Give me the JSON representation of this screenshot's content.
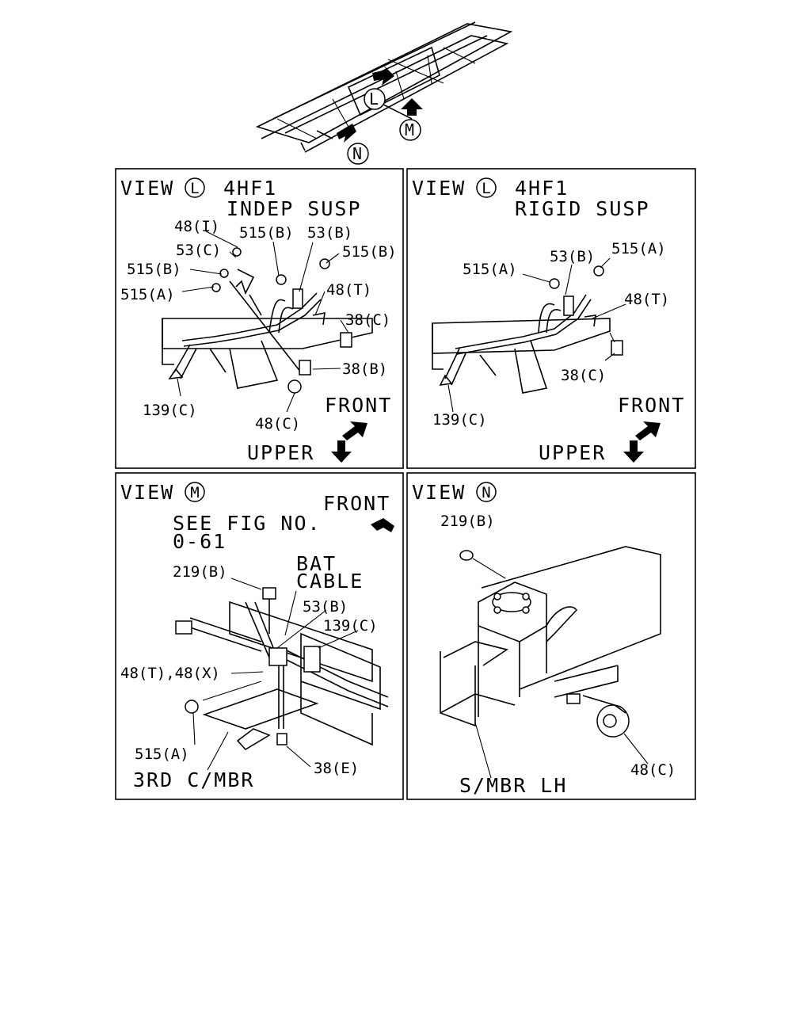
{
  "callouts": {
    "L": "L",
    "M": "M",
    "N": "N"
  },
  "panels": {
    "l_indep": {
      "view_word": "VIEW",
      "view_letter": "L",
      "engine": "4HF1",
      "variant": "INDEP SUSP",
      "parts": [
        "48(I)",
        "515(B)",
        "53(B)",
        "53(C)",
        "515(B)",
        "515(B)",
        "515(A)",
        "48(T)",
        "38(C)",
        "38(B)",
        "139(C)",
        "48(C)"
      ],
      "front": "FRONT",
      "upper": "UPPER"
    },
    "l_rigid": {
      "view_word": "VIEW",
      "view_letter": "L",
      "engine": "4HF1",
      "variant": "RIGID SUSP",
      "parts": [
        "53(B)",
        "515(A)",
        "515(A)",
        "48(T)",
        "38(C)",
        "139(C)"
      ],
      "front": "FRONT",
      "upper": "UPPER"
    },
    "m": {
      "view_word": "VIEW",
      "view_letter": "M",
      "front": "FRONT",
      "see_fig_1": "SEE FIG NO.",
      "see_fig_2": "0-61",
      "bat_1": "BAT",
      "bat_2": "CABLE",
      "parts": [
        "219(B)",
        "53(B)",
        "139(C)",
        "48(T),48(X)",
        "515(A)",
        "38(E)"
      ],
      "member": "3RD C/MBR"
    },
    "n": {
      "view_word": "VIEW",
      "view_letter": "N",
      "parts": [
        "219(B)",
        "48(C)"
      ],
      "member": "S/MBR LH"
    }
  }
}
